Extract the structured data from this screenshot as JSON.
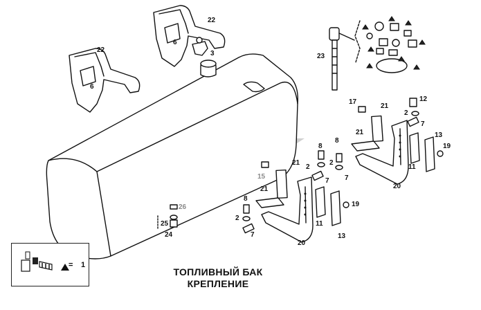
{
  "title": {
    "line1": "ТОПЛИВНЫЙ БАК",
    "line2": "КРЕПЛЕНИЕ"
  },
  "legend": {
    "marker_icon": "triangle-icon",
    "equals": "=",
    "number": "1"
  },
  "callouts": {
    "n22a": "22",
    "n22b": "22",
    "n6a": "6",
    "n6b": "6",
    "n3": "3",
    "n23": "23",
    "n17": "17",
    "n12": "12",
    "n21a": "21",
    "n21b": "21",
    "n21c": "21",
    "n21d": "21",
    "n2a": "2",
    "n2b": "2",
    "n2c": "2",
    "n2d": "2",
    "n7a": "7",
    "n7b": "7",
    "n7c": "7",
    "n7d": "7",
    "n8a": "8",
    "n8b": "8",
    "n8c": "8",
    "n13a": "13",
    "n13b": "13",
    "n19a": "19",
    "n19b": "19",
    "n11a": "11",
    "n11b": "11",
    "n20a": "20",
    "n20b": "20",
    "n15": "15",
    "n26": "26",
    "n25": "25",
    "n24": "24"
  }
}
